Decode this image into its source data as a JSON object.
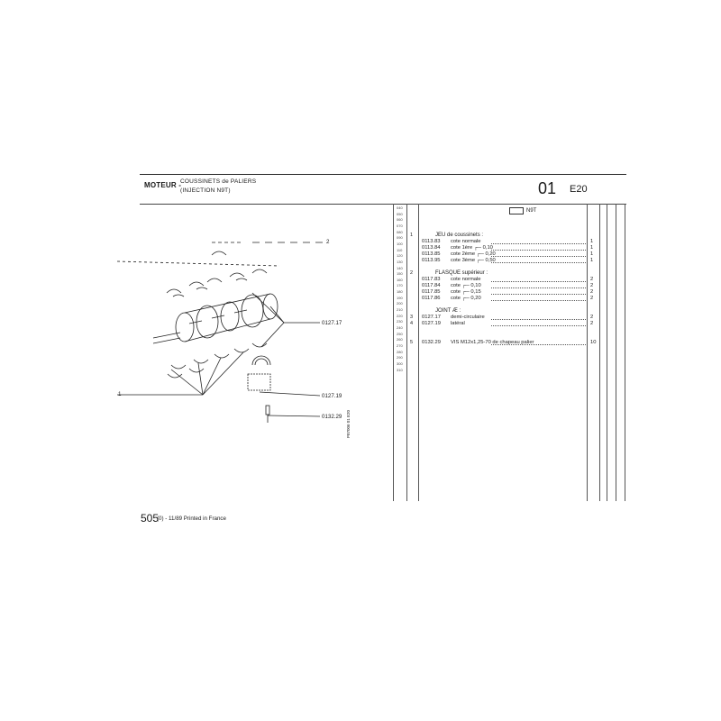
{
  "header": {
    "section": "MOTEUR -",
    "title": "COUSSINETS de PALIERS",
    "subtitle": "(INJECTION N9T)",
    "group": "01",
    "page": "E20"
  },
  "badge": "N9T",
  "side_numbers": [
    "040",
    "050",
    "060",
    "070",
    "080",
    "090",
    "100",
    "110",
    "120",
    "130",
    "140",
    "150",
    "160",
    "170",
    "180",
    "190",
    "200",
    "210",
    "220",
    "230",
    "240",
    "250",
    "260",
    "270",
    "280",
    "290",
    "300",
    "310"
  ],
  "parts": [
    {
      "call": "1",
      "ref": "",
      "desc": "JEU de coussinets :",
      "qty": "",
      "heading": true,
      "row": 0
    },
    {
      "call": "",
      "ref": "0113.83",
      "desc": "cote normale",
      "qty": "1",
      "row": 1
    },
    {
      "call": "",
      "ref": "0113.84",
      "desc": "cote 1ère ┌─ 0,10",
      "qty": "1",
      "row": 2
    },
    {
      "call": "",
      "ref": "0113.85",
      "desc": "cote 2ème ┌─ 0,20",
      "qty": "1",
      "row": 3
    },
    {
      "call": "",
      "ref": "0113.95",
      "desc": "cote 3ème ┌─ 0,50",
      "qty": "1",
      "row": 4
    },
    {
      "call": "2",
      "ref": "",
      "desc": "FLASQUE supérieur :",
      "qty": "",
      "heading": true,
      "row": 6
    },
    {
      "call": "",
      "ref": "0117.83",
      "desc": "cote normale",
      "qty": "2",
      "row": 7
    },
    {
      "call": "",
      "ref": "0117.84",
      "desc": "cote ┌─ 0,10",
      "qty": "2",
      "row": 8
    },
    {
      "call": "",
      "ref": "0117.85",
      "desc": "cote ┌─ 0,15",
      "qty": "2",
      "row": 9
    },
    {
      "call": "",
      "ref": "0117.86",
      "desc": "cote ┌─ 0,20",
      "qty": "2",
      "row": 10
    },
    {
      "call": "",
      "ref": "",
      "desc": "JOINT Æ :",
      "qty": "",
      "heading": true,
      "row": 12
    },
    {
      "call": "3",
      "ref": "0127.17",
      "desc": "demi-circulaire",
      "qty": "2",
      "row": 13
    },
    {
      "call": "4",
      "ref": "0127.19",
      "desc": "latéral",
      "qty": "2",
      "row": 14
    },
    {
      "call": "5",
      "ref": "0132.29",
      "desc": "VIS M12x1,25-70 de chapeau palier",
      "qty": "10",
      "row": 17
    }
  ],
  "diagram_labels": {
    "l2": "2",
    "l3": "0127.17",
    "l1": "1",
    "l4": "0127.19",
    "l5": "0132.29"
  },
  "vertical_code": "P87006 01 E20",
  "footer": {
    "number": "505",
    "text": "(0) - 11/89 Printed in France"
  }
}
